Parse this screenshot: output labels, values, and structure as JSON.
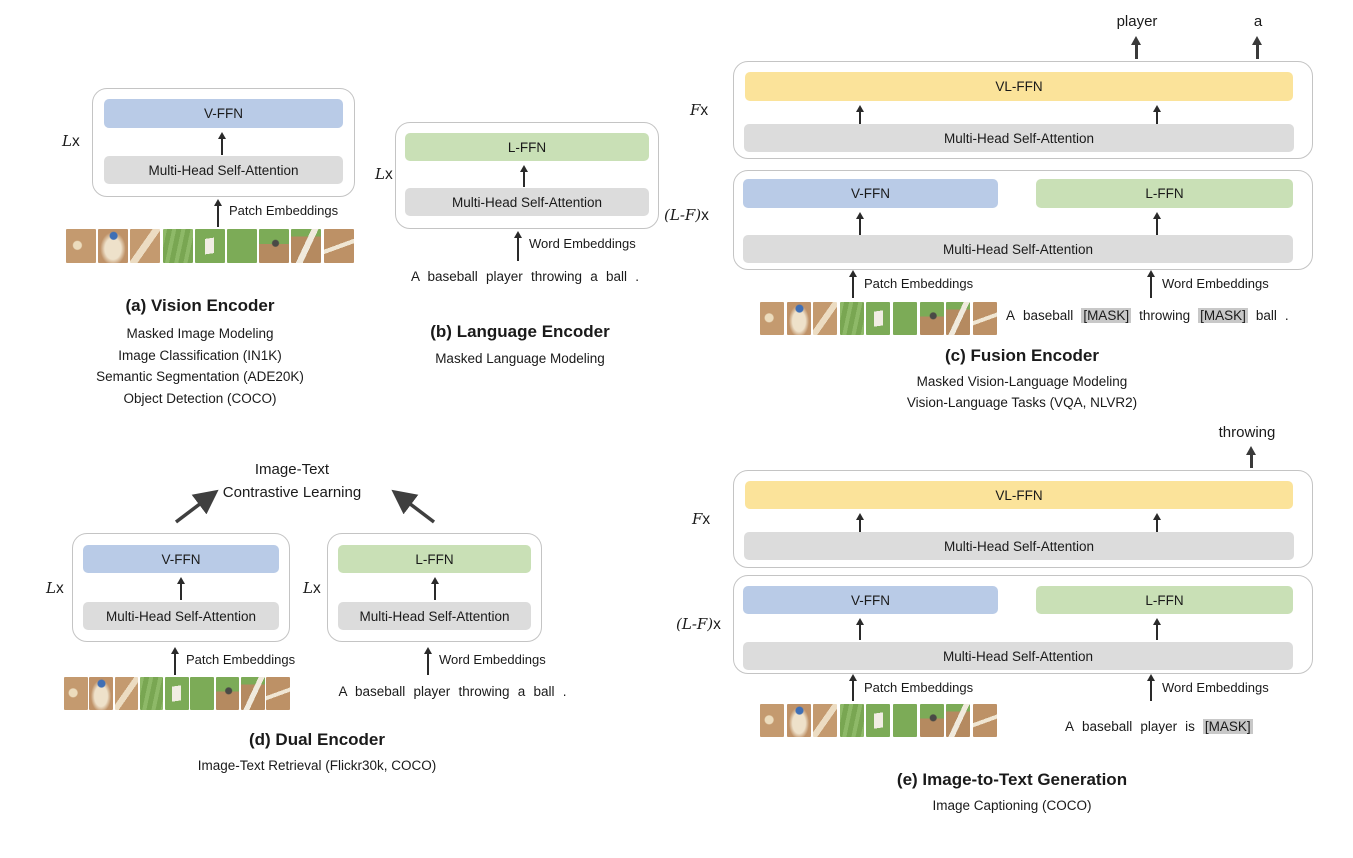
{
  "misc": {
    "times": "x"
  },
  "colors": {
    "v_ffn": "#b9cbe7",
    "l_ffn": "#c9e0b6",
    "vl_ffn": "#fbe39a",
    "attention": "#dcdcdc",
    "mask_token_bg": "#c8c8c8",
    "container_border": "#c4c4c4",
    "arrow": "#2a2a2a"
  },
  "labels": {
    "vffn": "V-FFN",
    "lffn": "L-FFN",
    "vlffn": "VL-FFN",
    "mhsa": "Multi-Head Self-Attention",
    "patch_embeddings": "Patch Embeddings",
    "word_embeddings": "Word Embeddings"
  },
  "patches": [
    "dirt-ball",
    "dirt-player",
    "dirt-arm",
    "grass-streaks",
    "grass-player",
    "grass",
    "grass-dirt-shoe",
    "dirt-grass-leg",
    "dirt-line"
  ],
  "panel_a": {
    "multiplier": "L",
    "title": "(a) Vision Encoder",
    "subtitles": [
      "Masked Image Modeling",
      "Image Classification (IN1K)",
      "Semantic Segmentation (ADE20K)",
      "Object Detection (COCO)"
    ]
  },
  "panel_b": {
    "multiplier": "L",
    "sentence": "A baseball player throwing a ball .",
    "title": "(b) Language Encoder",
    "subtitles": [
      "Masked Language Modeling"
    ]
  },
  "panel_c": {
    "fusion_multiplier": "F",
    "bottom_multiplier": "(L-F)",
    "outputs": [
      "player",
      "a"
    ],
    "tokens": [
      "A",
      "baseball",
      "[MASK]",
      "throwing",
      "[MASK]",
      "ball",
      "."
    ],
    "title": "(c) Fusion Encoder",
    "subtitles": [
      "Masked Vision-Language Modeling",
      "Vision-Language Tasks (VQA, NLVR2)"
    ]
  },
  "panel_d": {
    "left_multiplier": "L",
    "right_multiplier": "L",
    "objective_lines": [
      "Image-Text",
      "Contrastive Learning"
    ],
    "sentence": "A baseball player throwing a ball .",
    "title": "(d) Dual Encoder",
    "subtitles": [
      "Image-Text Retrieval (Flickr30k, COCO)"
    ]
  },
  "panel_e": {
    "fusion_multiplier": "F",
    "bottom_multiplier": "(L-F)",
    "output": "throwing",
    "tokens": [
      "A",
      "baseball",
      "player",
      "is",
      "[MASK]"
    ],
    "title": "(e) Image-to-Text Generation",
    "subtitles": [
      "Image Captioning (COCO)"
    ]
  }
}
